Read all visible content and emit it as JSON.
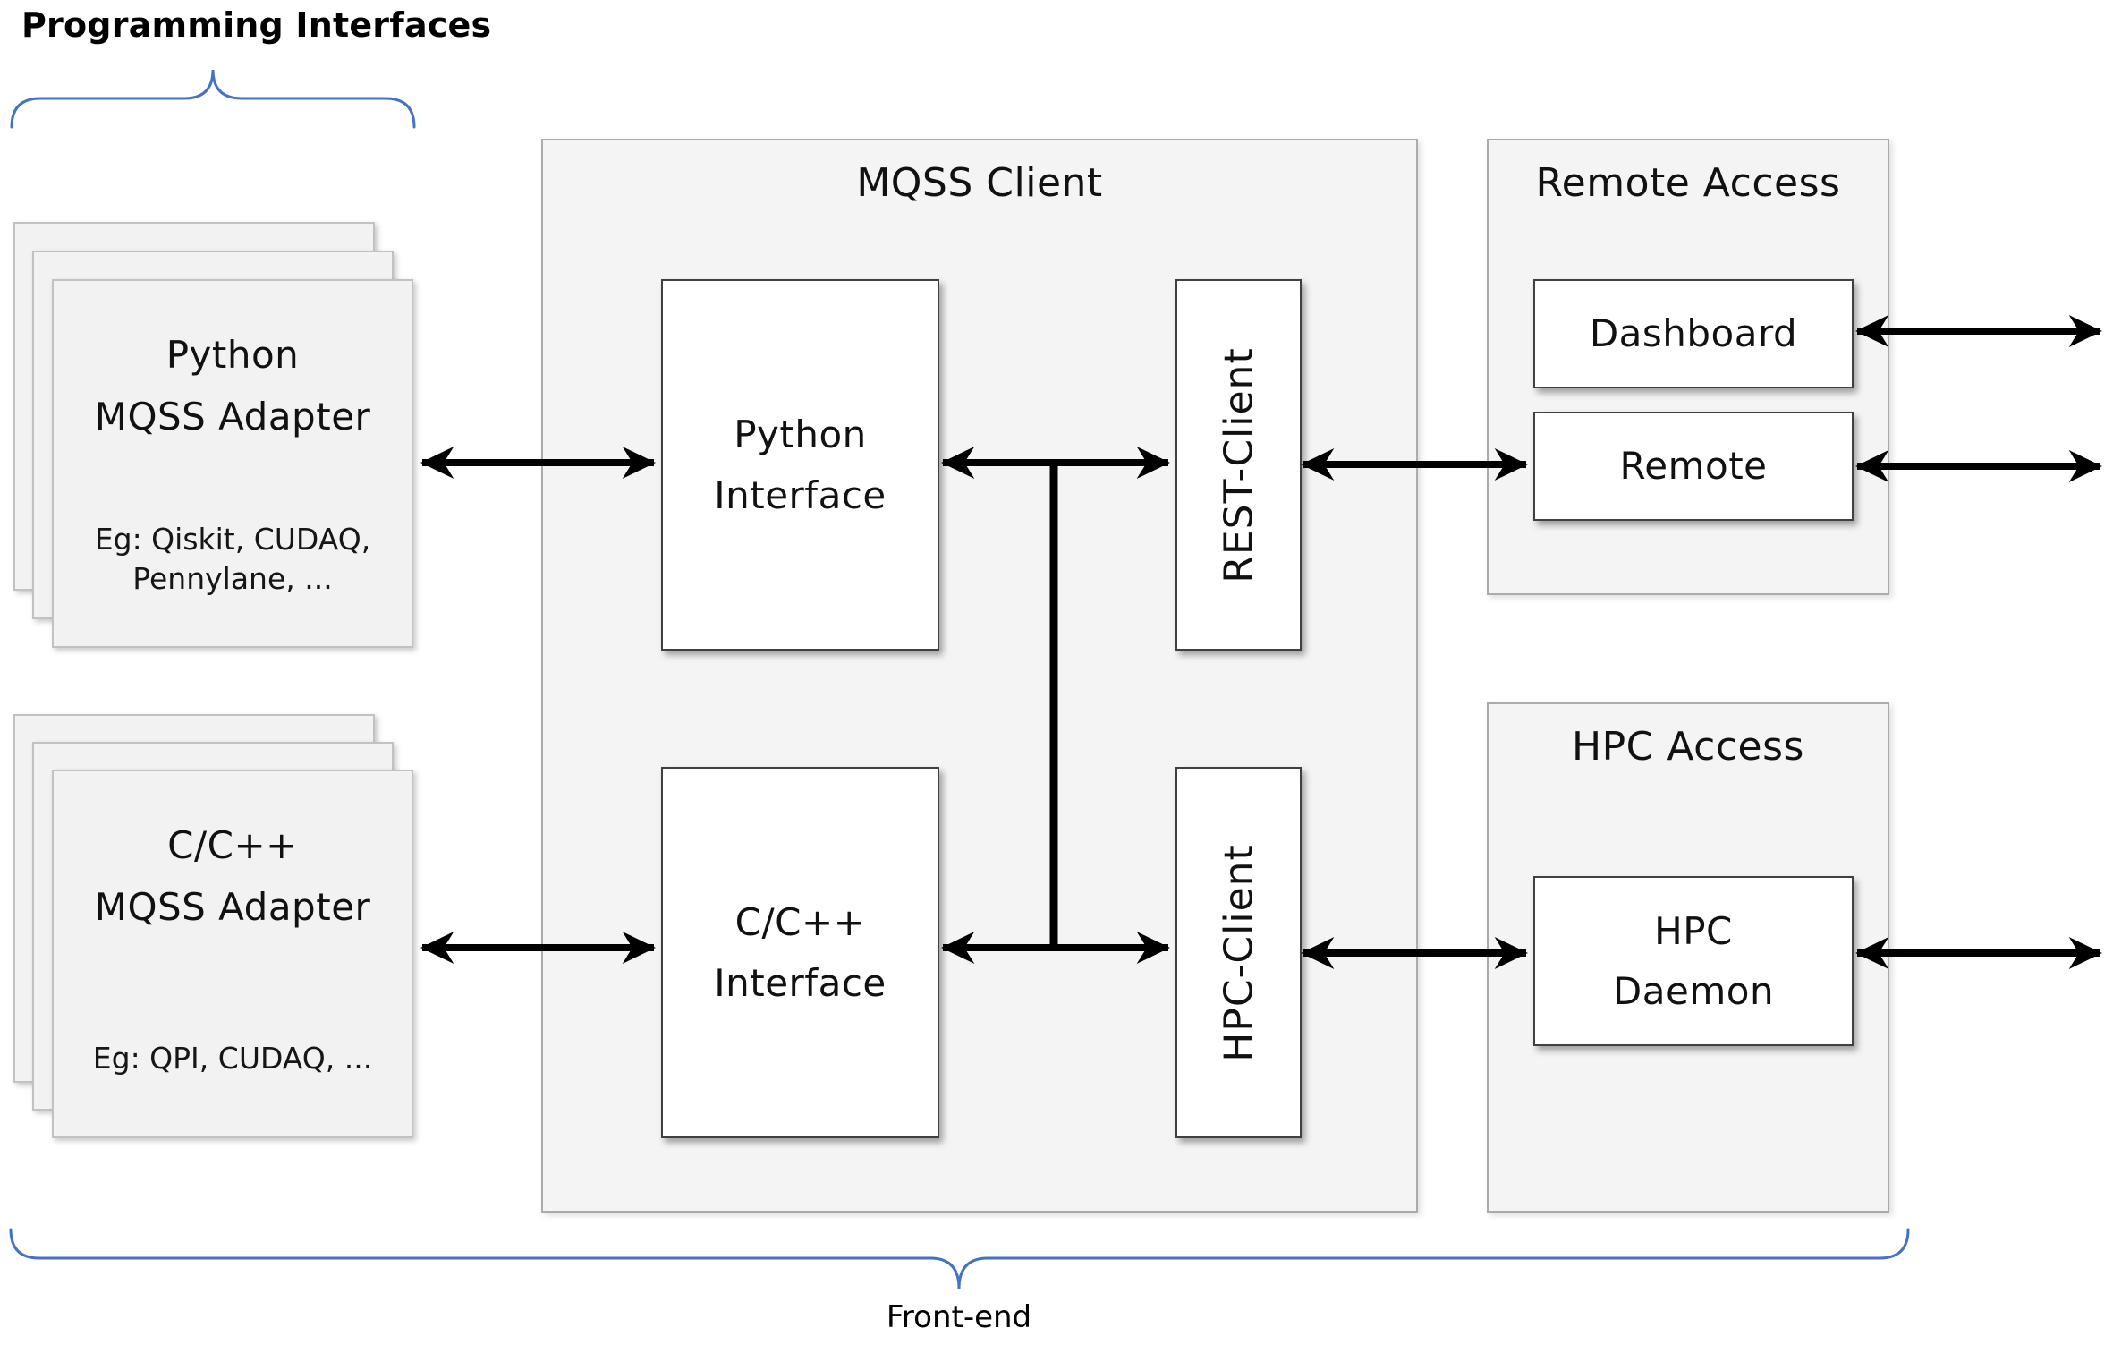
{
  "page": {
    "programming_interfaces_label": "Programming Interfaces",
    "front_end_label": "Front-end"
  },
  "adapters": {
    "python": {
      "title_lines": [
        "Python",
        "MQSS Adapter"
      ],
      "example_lines": [
        "Eg: Qiskit, CUDAQ,",
        "Pennylane, ..."
      ]
    },
    "cpp": {
      "title_lines": [
        "C/C++",
        "MQSS Adapter"
      ],
      "example_lines": [
        "Eg: QPI, CUDAQ, ..."
      ]
    }
  },
  "mqss_client": {
    "title": "MQSS Client",
    "python_interface_lines": [
      "Python",
      "Interface"
    ],
    "cpp_interface_lines": [
      "C/C++",
      "Interface"
    ],
    "rest_client_label": "REST-Client",
    "hpc_client_label": "HPC-Client"
  },
  "remote_access": {
    "title": "Remote Access",
    "dashboard_label": "Dashboard",
    "remote_label": "Remote"
  },
  "hpc_access": {
    "title": "HPC Access",
    "daemon_lines": [
      "HPC",
      "Daemon"
    ]
  },
  "colors": {
    "brace_blue": "#4472c4",
    "arrow_black": "#000000",
    "panel_fill": "#f4f4f4",
    "panel_border": "#ababab",
    "card_fill": "#f2f2f2",
    "inner_box_border": "#404040"
  }
}
